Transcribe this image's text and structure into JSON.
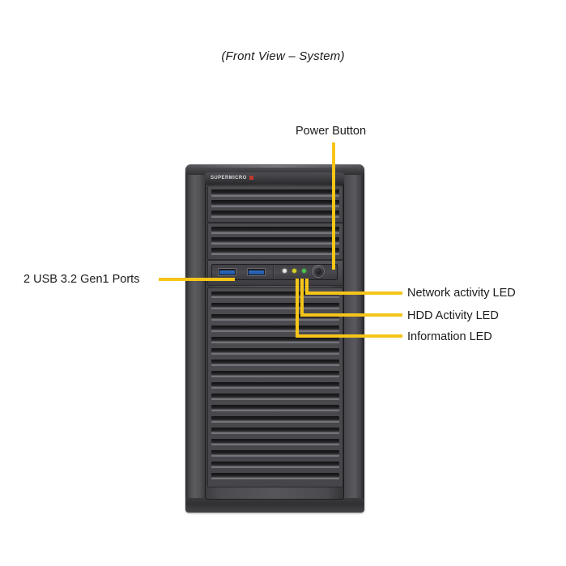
{
  "figure": {
    "title": "(Front View – System)",
    "product_brand": "SUPERMICRO"
  },
  "callouts": [
    {
      "id": "power-button",
      "label": "Power Button",
      "side": "top"
    },
    {
      "id": "usb-ports",
      "label": "2 USB 3.2 Gen1 Ports",
      "side": "left"
    },
    {
      "id": "network-led",
      "label": "Network activity LED",
      "side": "right"
    },
    {
      "id": "hdd-led",
      "label": "HDD Activity LED",
      "side": "right"
    },
    {
      "id": "information-led",
      "label": "Information LED",
      "side": "right"
    }
  ],
  "front_panel": {
    "usb_ports": [
      {
        "name": "USB 3.2 Gen1 Port 1",
        "color": "#2155a0"
      },
      {
        "name": "USB 3.2 Gen1 Port 2",
        "color": "#2155a0"
      }
    ],
    "leds": [
      {
        "name": "Information LED",
        "color": "#e6e6e2"
      },
      {
        "name": "HDD Activity LED",
        "color": "#d8d427"
      },
      {
        "name": "Network activity LED",
        "color": "#49c44f"
      }
    ],
    "power_button": {
      "name": "Power Button"
    }
  },
  "colors": {
    "leader_line": "#f5c518",
    "text": "#1b1b1b",
    "background": "#ffffff",
    "chassis_dark": "#2c2c2e",
    "chassis_mid": "#4a4a4e",
    "chassis_light": "#83838a"
  }
}
